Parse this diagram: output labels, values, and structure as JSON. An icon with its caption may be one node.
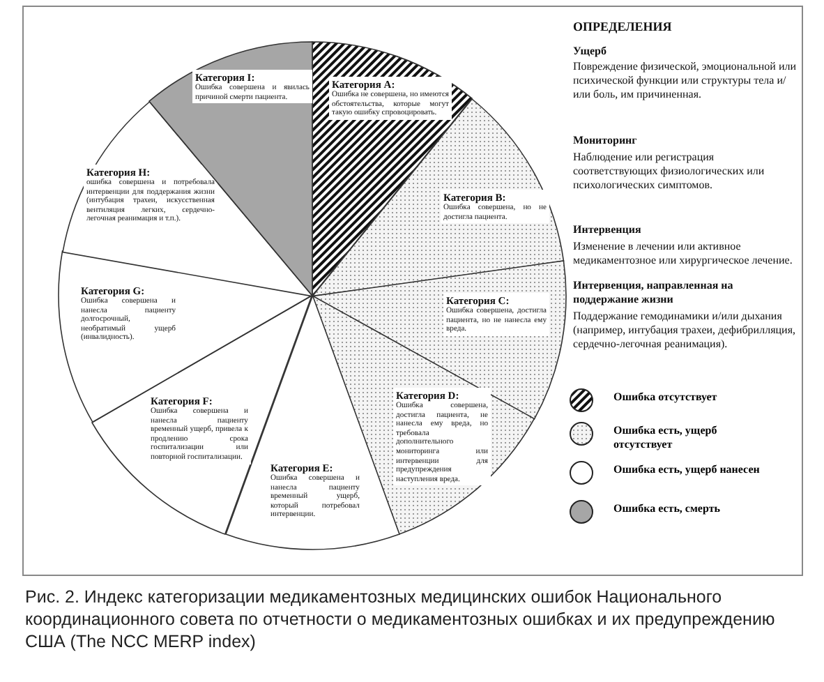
{
  "diagram": {
    "caption": "Рис. 2. Индекс категоризации медикаментозных медицинских ошибок Национального координационного совета по отчетности о медикаментозных ошибках и их предупреждению США (The NCC MERP index)",
    "nodes": [
      {
        "text": [
          "Категория A:",
          "Ошибка не совершена, но имеются обстоятельства, которые могут такую ошибку спровоцировать."
        ]
      },
      {
        "text": [
          "Категория B:",
          "Ошибка совершена, но не достигла пациента."
        ]
      },
      {
        "text": [
          "Категория C:",
          "Ошибка совершена, достигла пациента, но не нанесла ему вреда."
        ]
      },
      {
        "text": [
          "Категория D:",
          "Ошибка совершена, достигла пациента, не нанесла ему вреда, но требовала дополнительного мониторинга или интервенции для предупреждения наступления вреда."
        ]
      },
      {
        "text": [
          "Категория E:",
          "Ошибка совершена и нанесла пациенту временный ущерб, который потребовал интервенции."
        ]
      },
      {
        "text": [
          "Категория F:",
          "Ошибка совершена и нанесла пациенту временный ущерб, привела к продлению срока госпитализации или повторной госпитализации."
        ]
      },
      {
        "text": [
          "Категория G:",
          "Ошибка совершена и нанесла пациенту долгосрочный, необратимый ущерб (инвалидность)."
        ]
      },
      {
        "text": [
          "Категория H:",
          "ошибка совершена и потребовала интервенции для поддержания жизни (интубация трахеи, искусственная вентиляция легких, сердечно-легочная реанимация и т.п.)."
        ]
      },
      {
        "text": [
          "Категория I:",
          "Ошибка совершена и явилась причиной смерти пациента."
        ]
      }
    ],
    "labels": [
      "ОПРЕДЕЛЕНИЯ",
      "Ущерб",
      "Повреждение физической, эмоциональной или психической функции или структуры тела и/или боль, им причиненная.",
      "Мониторинг",
      "Наблюдение или регистрация соответствующих физиологических или психологических симптомов.",
      "Интервенция",
      "Изменение в лечении или активное медикаментозное или хирургическое лечение.",
      "Интервенция, направленная на поддержание жизни",
      "Поддержание гемодинамики и/или дыхания (например, интубация трахеи, дефибрилляция, сердечно-легочная реанимация)."
    ],
    "legend": [
      {
        "text": "Ошибка отсутствует"
      },
      {
        "text": "Ошибка есть, ущерб отсутствует"
      },
      {
        "text": "Ошибка есть, ущерб нанесен",
        "color": "#ffffff"
      },
      {
        "text": "Ошибка есть, смерть",
        "color": "#a6a6a6"
      }
    ]
  }
}
